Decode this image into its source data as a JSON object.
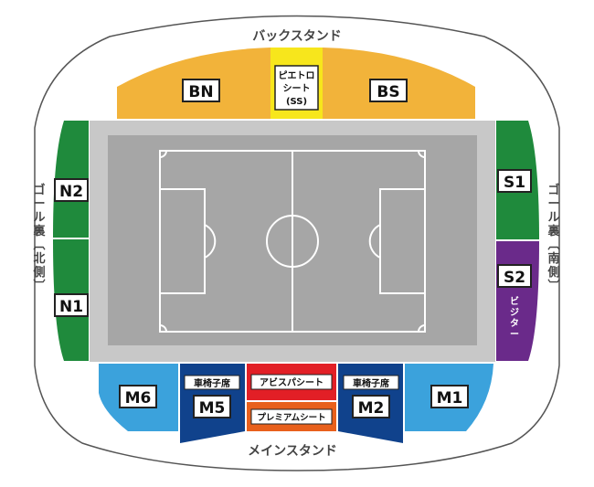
{
  "stands": {
    "back": "バックスタンド",
    "main": "メインスタンド",
    "goal_north": [
      "ゴ",
      "ー",
      "ル",
      "裏",
      "︹",
      "北",
      "側",
      "︺"
    ],
    "goal_south": [
      "ゴ",
      "ー",
      "ル",
      "裏",
      "︹",
      "南",
      "側",
      "︺"
    ]
  },
  "sections": {
    "bn": "BN",
    "bs": "BS",
    "ss_line1": "ピエトロ",
    "ss_line2": "シート",
    "ss_line3": "(SS)",
    "n2": "N2",
    "n1": "N1",
    "s1": "S1",
    "s2": "S2",
    "visitor": [
      "ビ",
      "ジ",
      "タ",
      "ー"
    ],
    "m6": "M6",
    "m5": "M5",
    "m2": "M2",
    "m1": "M1",
    "wheelchair_left": "車椅子席",
    "wheelchair_right": "車椅子席",
    "avispa": "アビスパシート",
    "premium": "プレミアムシート"
  },
  "colors": {
    "back_stand": "#f2b33a",
    "pietro": "#f7e61c",
    "goal_stand": "#1f8a3c",
    "visitor_stand": "#6a2a8a",
    "main_side": "#3ba2dc",
    "main_wheelchair": "#10428c",
    "avispa": "#e21f26",
    "premium": "#e8601c",
    "pitch": "#a6a6a6",
    "pitch_outer": "#c8c8c8"
  }
}
